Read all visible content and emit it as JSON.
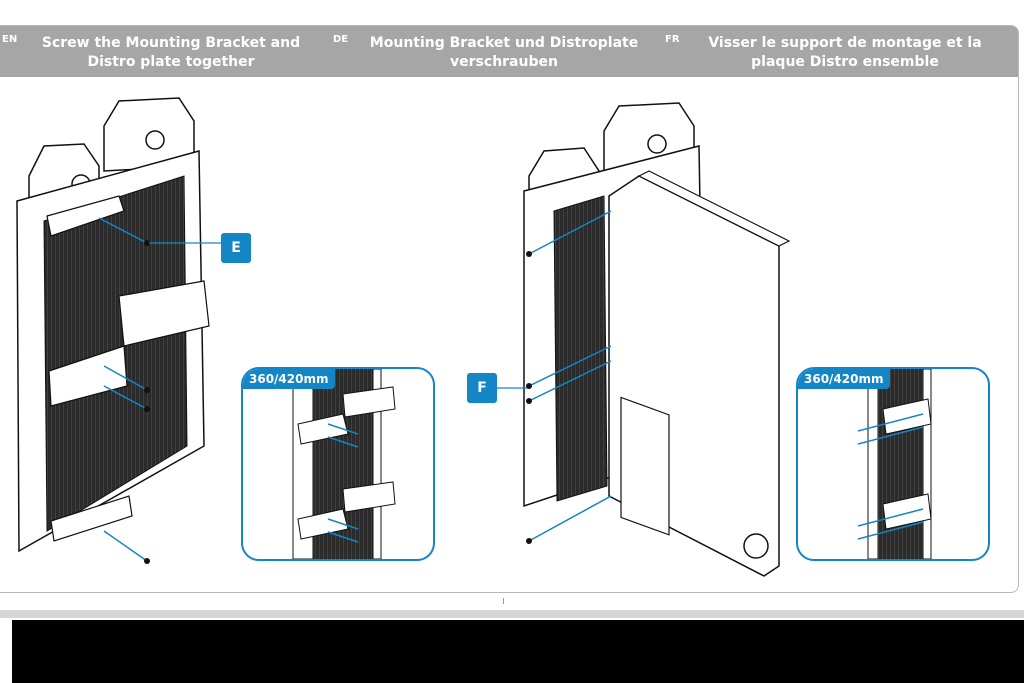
{
  "header": {
    "en": {
      "code": "EN",
      "title": "Screw the Mounting Bracket and Distro plate together"
    },
    "de": {
      "code": "DE",
      "title": "Mounting Bracket und Distroplate verschrauben"
    },
    "fr": {
      "code": "FR",
      "title": "Visser le support de montage et la plaque Distro ensemble"
    }
  },
  "callouts": {
    "e": "E",
    "f": "F"
  },
  "insets": {
    "left_tag": "360/420mm",
    "right_tag": "360/420mm"
  },
  "colors": {
    "header_bg": "#a6a6a6",
    "accent": "#1486c6",
    "line": "#1a1a1a"
  }
}
